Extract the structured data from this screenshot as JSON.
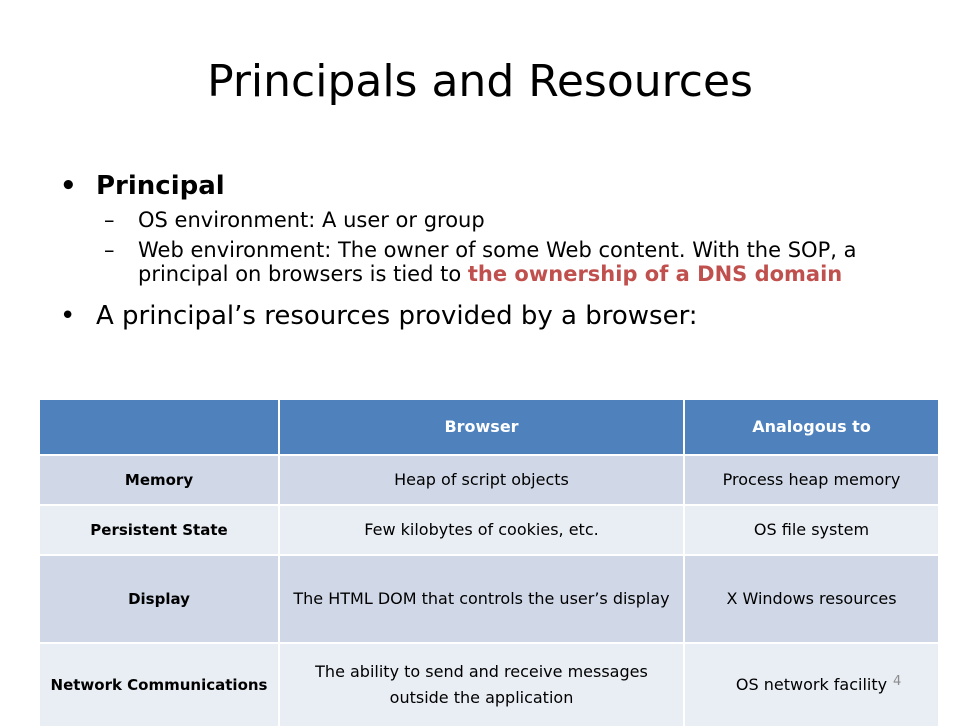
{
  "slide": {
    "title": "Principals and Resources",
    "page_number": "4"
  },
  "bullets": {
    "b1": "Principal",
    "b1_sub1": "OS environment: A user or group",
    "b1_sub2_plain": "Web environment: The owner of some Web content. With the SOP, a principal on browsers is tied to ",
    "b1_sub2_highlight": "the ownership of a DNS domain",
    "b2": "A principal’s resources provided by a browser:"
  },
  "table": {
    "headers": [
      "",
      "Browser",
      "Analogous to"
    ],
    "rows": [
      [
        "Memory",
        "Heap of script objects",
        "Process heap memory"
      ],
      [
        "Persistent State",
        "Few kilobytes of cookies, etc.",
        "OS file system"
      ],
      [
        "Display",
        "The HTML DOM that controls the user’s display",
        "X Windows resources"
      ],
      [
        "Network Communications",
        "The ability to send and receive messages outside the application",
        "OS network facility"
      ]
    ]
  },
  "colors": {
    "header_bg": "#4f81bd",
    "row_band_dark": "#d0d8e8",
    "row_band_light": "#e9edf4",
    "highlight_text": "#c0504d"
  }
}
